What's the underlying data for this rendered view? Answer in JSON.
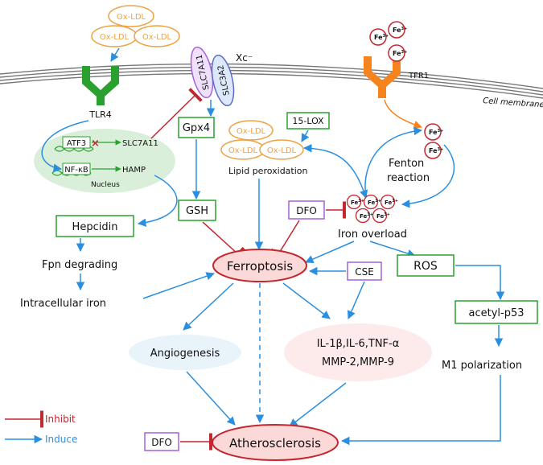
{
  "labels": {
    "ox_ldl": "Ox-LDL",
    "tlr4": "TLR4",
    "slc7a11": "SLC7A11",
    "slc3a2": "SLC3A2",
    "xc": "Xc⁻",
    "tfr1": "TFR1",
    "cell_membrane": "Cell membrane",
    "atf3": "ATF3",
    "slc7a11_gene": "SLC7A11",
    "nfkb": "NF-κB",
    "hamp": "HAMP",
    "nucleus": "Nucleus",
    "gpx4": "Gpx4",
    "gsh": "GSH",
    "lox15": "15-LOX",
    "lipid_peroxidation": "Lipid peroxidation",
    "fenton_1": "Fenton",
    "fenton_2": "reaction",
    "fe": "Fe",
    "fe_charge": "3+",
    "dfo": "DFO",
    "iron_overload": "Iron overload",
    "hepcidin": "Hepcidin",
    "fpn_degrading": "Fpn degrading",
    "intracellular_iron": "Intracellular iron",
    "ferroptosis": "Ferroptosis",
    "cse": "CSE",
    "ros": "ROS",
    "acetyl_p53": "acetyl-p53",
    "m1_polarization": "M1 polarization",
    "angiogenesis": "Angiogenesis",
    "cytokines_1": "IL-1β,IL-6,TNF-α",
    "cytokines_2": "MMP-2,MMP-9",
    "atherosclerosis": "Atherosclerosis"
  },
  "legend": {
    "inhibit": "Inhibit",
    "induce": "Induce"
  },
  "colors": {
    "induce": "#2a8fe0",
    "inhibit": "#c4262e",
    "green_box": "#2aa12f",
    "purple_box": "#a463d6",
    "orange_ldl": "#eea243",
    "tfr1": "#f5841f",
    "ferroptosis_fill": "#fbd9d9",
    "ferroptosis_stroke": "#c4262e",
    "nucleus_fill": "#d9efd9"
  }
}
